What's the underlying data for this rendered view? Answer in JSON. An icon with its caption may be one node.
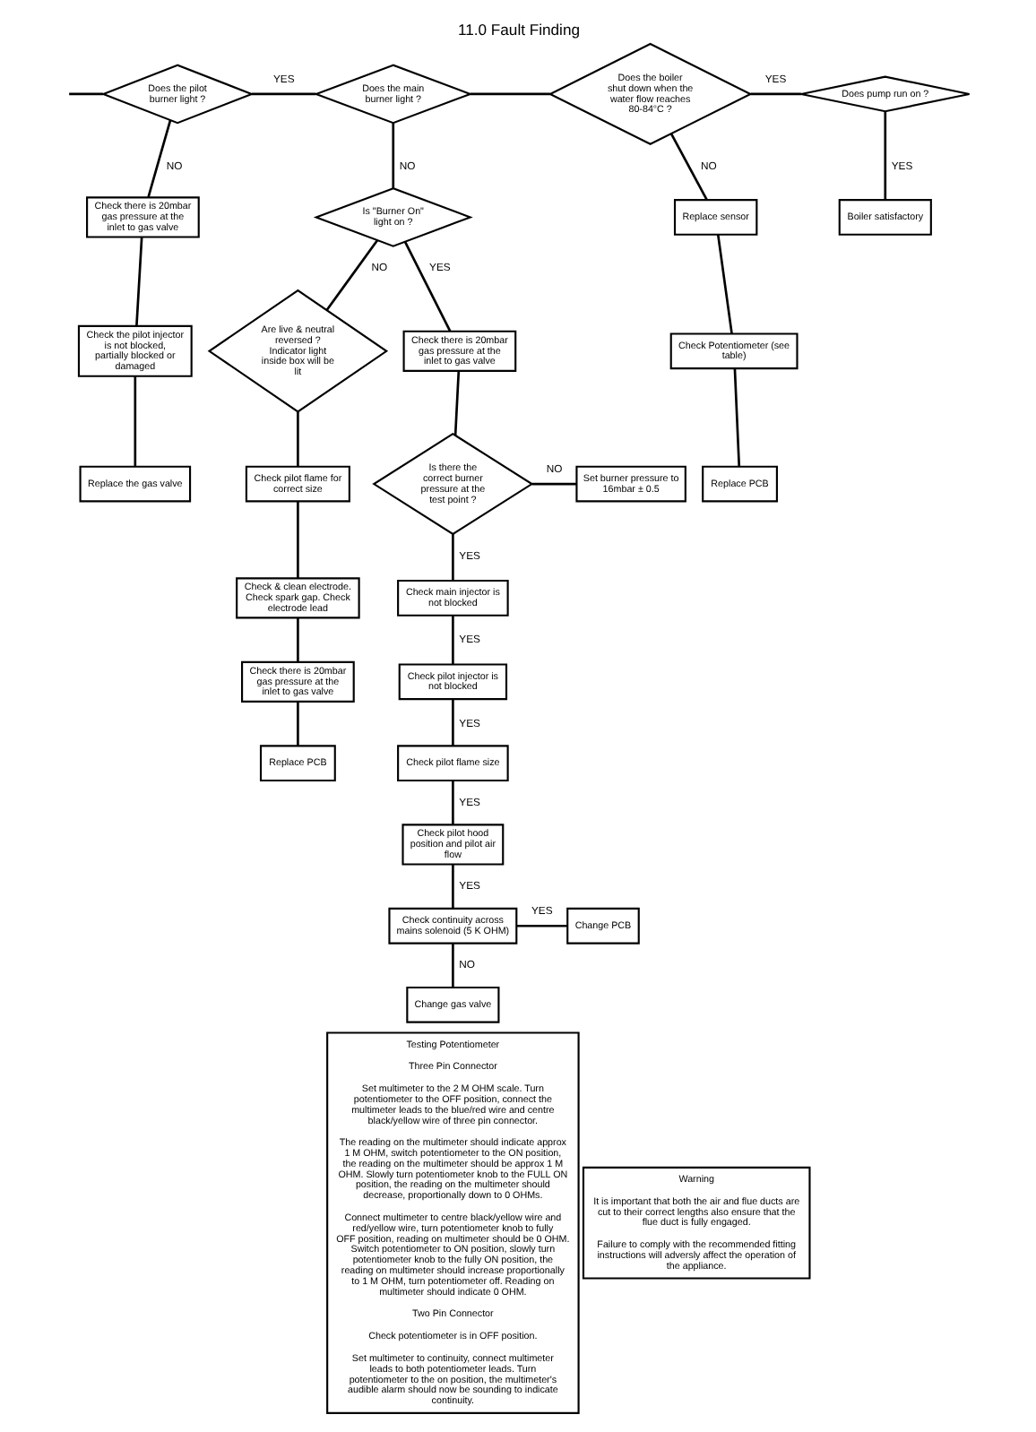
{
  "diagram": {
    "title": "11.0 Fault Finding",
    "nodes": [
      {
        "text": [
          "Does the pilot burner light ?"
        ]
      },
      {
        "text": [
          "Does the main burner light ?"
        ]
      },
      {
        "text": [
          "Does the boiler shut down when the water flow reaches 80-84°C ?"
        ]
      },
      {
        "text": [
          "Does pump run on ?"
        ]
      },
      {
        "text": [
          "Boiler satisfactory"
        ]
      },
      {
        "text": [
          "Check there is 20mbar gas pressure at the inlet to gas valve"
        ]
      },
      {
        "text": [
          "Check the pilot injector is not blocked, partially blocked or damaged"
        ]
      },
      {
        "text": [
          "Replace the gas valve"
        ]
      },
      {
        "text": [
          "Is \"Burner On\" light on ?"
        ]
      },
      {
        "text": [
          "Are live & neutral reversed ? Indicator light inside box will be lit"
        ]
      },
      {
        "text": [
          "Check pilot flame for correct size"
        ]
      },
      {
        "text": [
          "Check & clean electrode. Check spark gap. Check electrode lead"
        ]
      },
      {
        "text": [
          "Check there is 20mbar gas pressure at the inlet to gas valve"
        ]
      },
      {
        "text": [
          "Replace PCB"
        ]
      },
      {
        "text": [
          "Replace sensor"
        ]
      },
      {
        "text": [
          "Check Potentiometer (see table)"
        ]
      },
      {
        "text": [
          "Replace PCB"
        ]
      },
      {
        "text": [
          "Check there is 20mbar gas pressure at the inlet to gas valve"
        ]
      },
      {
        "text": [
          "Is there the correct burner pressure at the test point ?"
        ]
      },
      {
        "text": [
          "Set burner pressure to 16mbar ± 0.5"
        ]
      },
      {
        "text": [
          "Check main injector is not blocked"
        ]
      },
      {
        "text": [
          "Check pilot injector is not blocked"
        ]
      },
      {
        "text": [
          "Check pilot flame size"
        ]
      },
      {
        "text": [
          "Check pilot hood position and pilot air flow"
        ]
      },
      {
        "text": [
          "Check continuity across mains solenoid (5 K OHM)"
        ]
      },
      {
        "text": [
          "Change PCB"
        ]
      },
      {
        "text": [
          "Change gas valve"
        ]
      },
      {
        "text": [
          "Testing Potentiometer",
          "Three Pin Connector",
          "Set multimeter to the 2 M OHM scale. Turn potentiometer to the OFF position, connect the multimeter leads to the blue/red wire and centre black/yellow wire of three pin connector.",
          "The reading on the multimeter should indicate approx 1 M OHM, switch potentiometer to the ON position, the reading on the multimeter should be approx 1 M OHM. Slowly turn potentiometer knob to the FULL ON position, the reading on the multimeter should decrease, proportionally down to 0 OHMs.",
          "Connect multimeter to centre black/yellow wire and red/yellow wire, turn potentiometer knob to fully OFF position, reading on multimeter should be 0 OHM. Switch potentiometer to ON position, slowly turn potentiometer knob to the fully ON position, the reading on multimeter should increase proportionally to 1 M OHM, turn potentiometer off. Reading on multimeter should indicate 0 OHM.",
          "Two Pin Connector",
          "Check potentiometer is in OFF position.",
          "Set multimeter to continuity, connect multimeter leads to both potentiometer leads. Turn potentiometer to the on position, the multimeter's audible alarm should now be sounding to indicate continuity."
        ]
      },
      {
        "text": [
          "Warning",
          "It is important that both the air and flue ducts are cut to their correct lengths also ensure that the flue duct is fully engaged.",
          "Failure to comply with the recommended fitting instructions will adversly affect the operation of the appliance."
        ]
      }
    ],
    "edges": [
      {
        "from": null,
        "to": 0,
        "arrow": "none"
      },
      {
        "from": 0,
        "to": 1,
        "arrow": "none",
        "label": "YES"
      },
      {
        "from": 0,
        "to": 5,
        "arrow": "none",
        "label": "NO"
      },
      {
        "from": 5,
        "to": 6,
        "arrow": "none"
      },
      {
        "from": 6,
        "to": 7,
        "arrow": "none"
      },
      {
        "from": 1,
        "to": 2,
        "arrow": "none"
      },
      {
        "from": 1,
        "to": 8,
        "arrow": "none",
        "label": "NO"
      },
      {
        "from": 2,
        "to": 3,
        "arrow": "none",
        "label": "YES"
      },
      {
        "from": 2,
        "to": 14,
        "arrow": "none",
        "label": "NO"
      },
      {
        "from": 3,
        "to": 4,
        "arrow": "none",
        "label": "YES"
      },
      {
        "from": 14,
        "to": 15,
        "arrow": "none"
      },
      {
        "from": 15,
        "to": 16,
        "arrow": "none"
      },
      {
        "from": 8,
        "to": 17,
        "arrow": "none",
        "label": "YES"
      },
      {
        "from": 8,
        "to": 9,
        "arrow": "none",
        "label": "NO"
      },
      {
        "from": 9,
        "to": 10,
        "arrow": "none"
      },
      {
        "from": 10,
        "to": 11,
        "arrow": "none"
      },
      {
        "from": 11,
        "to": 12,
        "arrow": "none"
      },
      {
        "from": 12,
        "to": 13,
        "arrow": "none"
      },
      {
        "from": 17,
        "to": 18,
        "arrow": "none"
      },
      {
        "from": 18,
        "to": 19,
        "arrow": "none",
        "label": "NO"
      },
      {
        "from": 18,
        "to": 20,
        "arrow": "none",
        "label": "YES"
      },
      {
        "from": 20,
        "to": 21,
        "arrow": "none",
        "label": "YES"
      },
      {
        "from": 21,
        "to": 22,
        "arrow": "none",
        "label": "YES"
      },
      {
        "from": 22,
        "to": 23,
        "arrow": "none",
        "label": "YES"
      },
      {
        "from": 23,
        "to": 24,
        "arrow": "none",
        "label": "YES"
      },
      {
        "from": 24,
        "to": 25,
        "arrow": "none",
        "label": "YES"
      },
      {
        "from": 24,
        "to": 26,
        "arrow": "none",
        "label": "NO"
      }
    ]
  }
}
